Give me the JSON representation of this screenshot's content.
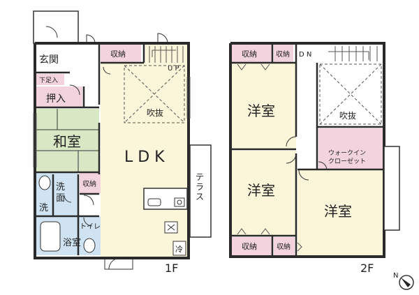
{
  "floor1": {
    "label": "1F",
    "rooms": {
      "entrance": "玄関",
      "shoe_closet": "下足入",
      "closet_oshiire": "押入",
      "washitsu": "和室",
      "storage_top": "収納",
      "ldk": "L D K",
      "void": "吹抜",
      "up": "U P",
      "terrace": "テラス",
      "wash_room": "洗面",
      "wash_machine": "洗",
      "storage_small": "収納",
      "bath": "浴室",
      "toilet": "トイレ",
      "fridge": "冷"
    }
  },
  "floor2": {
    "label": "2F",
    "rooms": {
      "storage_tl": "収納",
      "storage_tm": "収納",
      "down": "D N",
      "western_1": "洋室",
      "void": "吹抜",
      "walk_in_line1": "ウォークイン",
      "walk_in_line2": "クローゼット",
      "western_2": "洋室",
      "western_3": "洋室",
      "storage_bl": "収納",
      "storage_bm": "収納"
    }
  },
  "compass": "N",
  "colors": {
    "storage_pink": "#f2d3de",
    "tatami_green": "#d9e8c4",
    "room_cream": "#fbf5d9",
    "wet_blue": "#cfe3f2",
    "wall": "#2a2a2a"
  }
}
